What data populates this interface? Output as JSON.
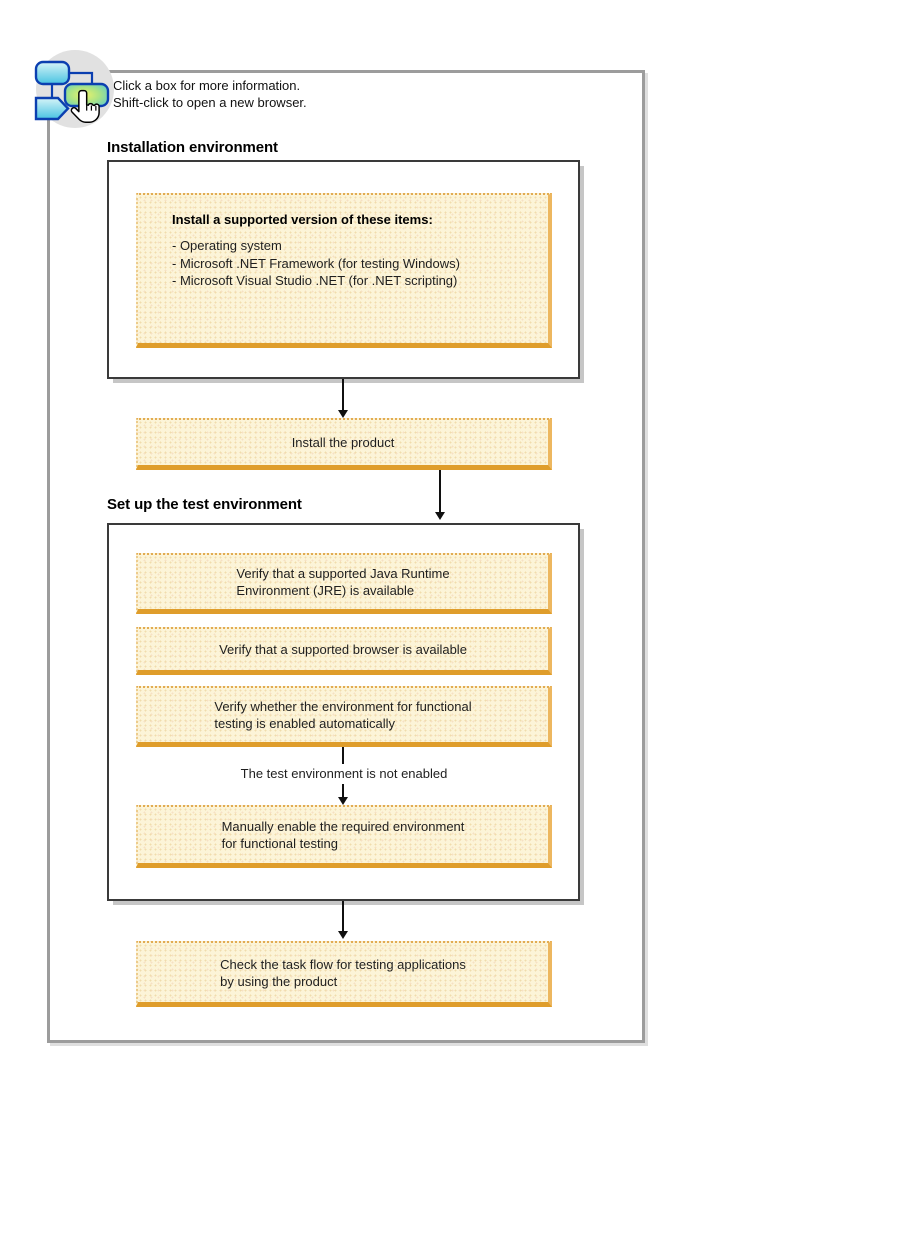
{
  "legend": {
    "icon": "flowchart-click-icon",
    "line1": "Click a box for more information.",
    "line2": "Shift-click to open a new browser."
  },
  "installation_section": {
    "heading": "Installation environment",
    "prerequisites_box": {
      "title": "Install a supported version of these items:",
      "items": [
        "- Operating system",
        "- Microsoft .NET Framework (for testing Windows)",
        "- Microsoft Visual Studio .NET (for .NET scripting)"
      ]
    },
    "install_product_box": "Install the product"
  },
  "setup_section": {
    "heading": "Set up the test environment",
    "verify_jre_box": {
      "line1": "Verify that a supported Java Runtime",
      "line2": "Environment (JRE) is available"
    },
    "verify_browser_box": "Verify that a supported browser is available",
    "verify_enabled_box": {
      "line1": "Verify whether the environment for functional",
      "line2": "testing is enabled automatically"
    },
    "branch_label": "The test environment is not enabled",
    "manual_enable_box": {
      "line1": "Manually enable the required environment",
      "line2": "for functional testing"
    }
  },
  "final_section": {
    "check_flow_box": {
      "line1": "Check the task flow for testing applications",
      "line2": "by using the product"
    }
  },
  "colors": {
    "task_box_fill": "#FCF4D8",
    "task_box_border_orange": "#DF9D2B",
    "task_box_border_light": "#EDB75F",
    "frame_border_gray": "#9C9C9C",
    "group_border_dark": "#3A3A3A",
    "arrow_black": "#101010",
    "icon_blue_border": "#0B3FB0",
    "icon_cyan_fill": "#49C3E2",
    "icon_highlight_green": "#ECF26A",
    "icon_circle_gray": "#E1E1E1"
  }
}
